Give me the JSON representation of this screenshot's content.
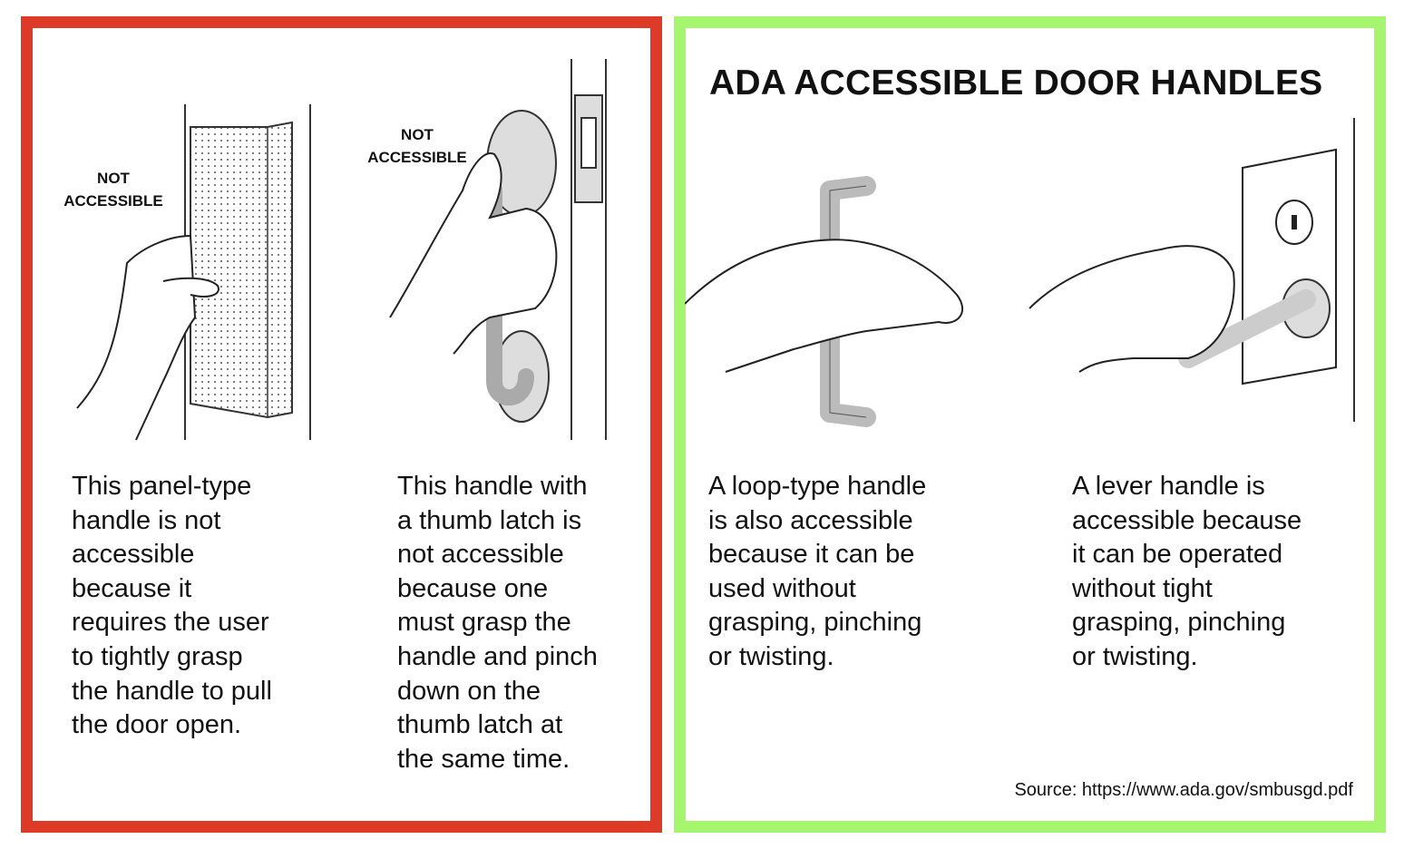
{
  "title": "ADA ACCESSIBLE DOOR HANDLES",
  "colors": {
    "not_accessible_border": "#DD3A27",
    "accessible_border": "#A6F56E"
  },
  "not_accessible": [
    {
      "label": "NOT\nACCESSIBLE",
      "description": "This panel-type\nhandle is not\naccessible\nbecause it\nrequires the user\nto tightly grasp\nthe handle to pull\nthe door open."
    },
    {
      "label": "NOT\nACCESSIBLE",
      "description": "This handle with\na thumb latch is\nnot accessible\nbecause one\nmust grasp the\nhandle and pinch\ndown on the\nthumb latch at\nthe same time."
    }
  ],
  "accessible": [
    {
      "description": "A loop-type handle\nis also accessible\nbecause it can be\nused without\ngrasping, pinching\nor twisting."
    },
    {
      "description": "A lever handle is\naccessible because\nit can be operated\nwithout tight\ngrasping, pinching\nor twisting."
    }
  ],
  "source": "Source: https://www.ada.gov/smbusgd.pdf"
}
